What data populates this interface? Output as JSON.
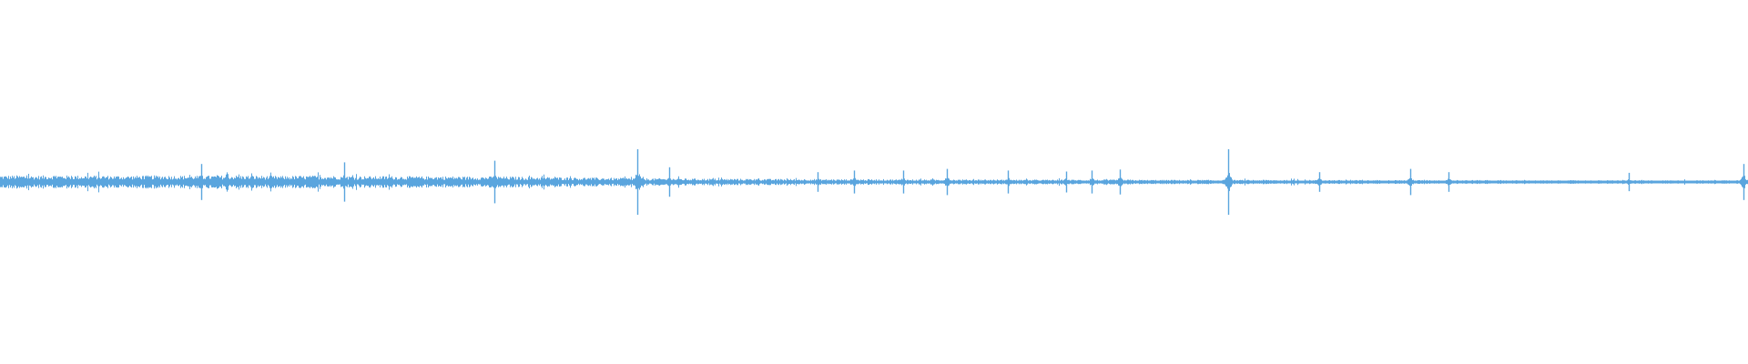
{
  "waveform": {
    "color": "#5aa5de",
    "background": "#ffffff",
    "amplitude_profile": [
      0.3,
      0.31,
      0.29,
      0.32,
      0.3,
      0.31,
      0.3,
      0.29,
      0.3,
      0.31,
      0.3,
      0.29,
      0.3,
      0.31,
      0.3,
      0.29,
      0.28,
      0.29,
      0.3,
      0.29,
      0.28,
      0.27,
      0.28,
      0.27,
      0.26,
      0.27,
      0.26,
      0.25,
      0.26,
      0.25,
      0.24,
      0.23,
      0.22,
      0.21,
      0.2,
      0.19,
      0.18,
      0.17,
      0.17,
      0.16,
      0.16,
      0.15,
      0.15,
      0.15,
      0.14,
      0.14,
      0.14,
      0.13,
      0.13,
      0.13,
      0.13,
      0.12,
      0.12,
      0.12,
      0.12,
      0.12,
      0.12,
      0.11,
      0.11,
      0.11,
      0.11,
      0.11,
      0.11,
      0.11,
      0.11,
      0.1,
      0.1,
      0.1,
      0.1,
      0.1,
      0.1,
      0.1,
      0.1,
      0.1,
      0.1,
      0.1,
      0.09,
      0.09,
      0.09,
      0.09,
      0.09,
      0.09,
      0.09,
      0.09,
      0.09,
      0.09,
      0.08,
      0.08,
      0.08,
      0.08,
      0.08,
      0.08,
      0.08,
      0.08,
      0.08,
      0.08,
      0.08,
      0.08,
      0.09,
      0.1
    ],
    "spikes": [
      {
        "t": 0.115,
        "amp": 0.55
      },
      {
        "t": 0.197,
        "amp": 0.6
      },
      {
        "t": 0.283,
        "amp": 0.65
      },
      {
        "t": 0.365,
        "amp": 1.0
      },
      {
        "t": 0.383,
        "amp": 0.45
      },
      {
        "t": 0.468,
        "amp": 0.3
      },
      {
        "t": 0.489,
        "amp": 0.35
      },
      {
        "t": 0.517,
        "amp": 0.35
      },
      {
        "t": 0.542,
        "amp": 0.4
      },
      {
        "t": 0.577,
        "amp": 0.35
      },
      {
        "t": 0.61,
        "amp": 0.32
      },
      {
        "t": 0.625,
        "amp": 0.35
      },
      {
        "t": 0.641,
        "amp": 0.38
      },
      {
        "t": 0.703,
        "amp": 1.0
      },
      {
        "t": 0.755,
        "amp": 0.3
      },
      {
        "t": 0.807,
        "amp": 0.4
      },
      {
        "t": 0.829,
        "amp": 0.3
      },
      {
        "t": 0.932,
        "amp": 0.28
      },
      {
        "t": 0.998,
        "amp": 0.55
      }
    ]
  }
}
